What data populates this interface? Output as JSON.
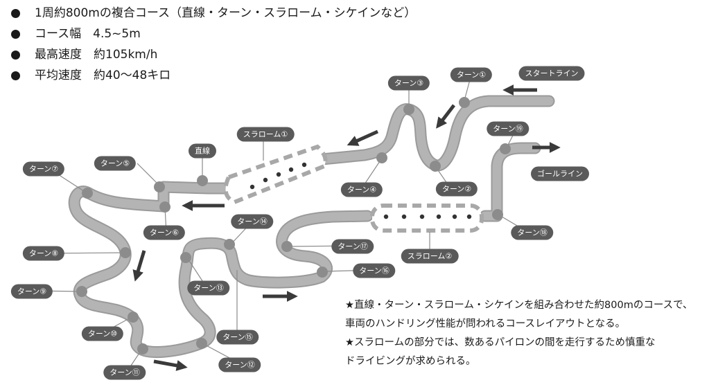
{
  "specs": [
    "1周約800mの複合コース（直線・ターン・スラローム・シケインなど）",
    "コース幅　4.5~5m",
    "最高速度　約105km/h",
    "平均速度　約40〜48キロ"
  ],
  "labels": {
    "start_line": "スタートライン",
    "goal_line": "ゴールライン",
    "straight": "直線",
    "slalom1": "スラローム①",
    "slalom2": "スラローム②",
    "turn1": "ターン①",
    "turn2": "ターン②",
    "turn3": "ターン③",
    "turn4": "ターン④",
    "turn5": "ターン⑤",
    "turn6": "ターン⑥",
    "turn7": "ターン⑦",
    "turn8": "ターン⑧",
    "turn9": "ターン⑨",
    "turn10": "ターン⑩",
    "turn11": "ターン⑪",
    "turn12": "ターン⑫",
    "turn13": "ターン⑬",
    "turn14": "ターン⑭",
    "turn15": "ターン⑮",
    "turn16": "ターン⑯",
    "turn17": "ターン⑰",
    "turn18": "ターン⑱",
    "turn19": "ターン⑲"
  },
  "notes": [
    "★直線・ターン・スラローム・シケインを組み合わせた約800mのコースで、",
    "車両のハンドリング性能が問われるコースレイアウトとなる。",
    "★スラロームの部分では、数あるパイロンの間を走行するため慎重な",
    "ドライビングが求められる。"
  ],
  "colors": {
    "track": "#b0b0b0",
    "track_edge": "#999999",
    "marker": "#8c8c8c",
    "label_bg": "#5a5a5a",
    "arrow": "#3a3a3a",
    "slalom_border": "#a5a5a5",
    "pylon": "#333333"
  }
}
